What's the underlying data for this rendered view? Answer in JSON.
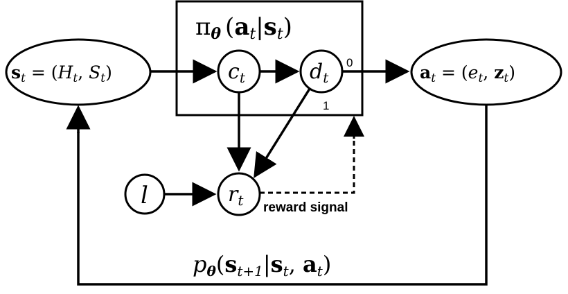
{
  "policy": {
    "pi": "π",
    "theta": "θ",
    "open": "(",
    "a": "a",
    "t": "t",
    "bar": "|",
    "s": "s",
    "close": ")"
  },
  "state_node": {
    "s": "s",
    "t": "t",
    "eq": " = (",
    "H": "H",
    "comma": ", ",
    "S": "S",
    "close": ")"
  },
  "action_node": {
    "a": "a",
    "t": "t",
    "eq": " = (",
    "e": "e",
    "comma": ",  ",
    "z": "z",
    "close": ")"
  },
  "nodes": {
    "c": {
      "main": "c",
      "sub": "t"
    },
    "d": {
      "main": "d",
      "sub": "t"
    },
    "r": {
      "main": "r",
      "sub": "t"
    },
    "l": {
      "main": "l"
    }
  },
  "edge_labels": {
    "d_out_0": "0",
    "d_out_1": "1",
    "reward_signal": "reward signal"
  },
  "transition": {
    "p": "p",
    "theta": "θ",
    "open": "(",
    "s": "s",
    "sub_next": "t+1",
    "bar": "|",
    "t": "t",
    "comma": ", ",
    "a": "a",
    "close": ")"
  }
}
